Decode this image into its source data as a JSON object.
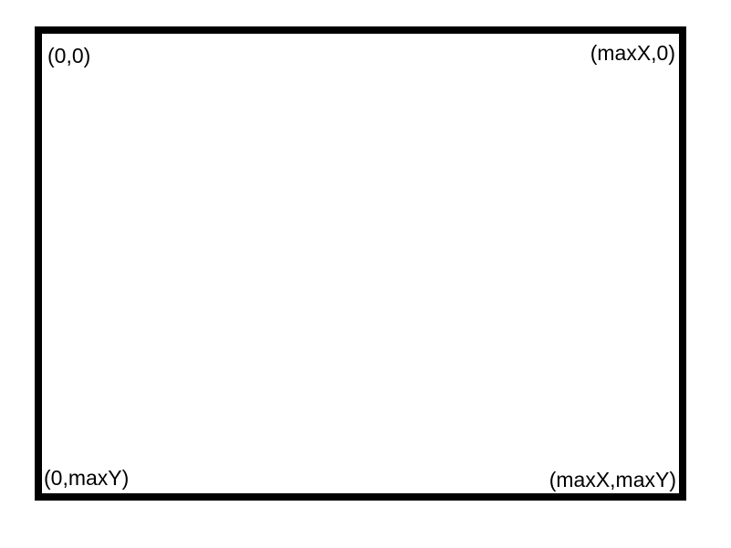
{
  "diagram": {
    "corners": {
      "top_left": "(0,0)",
      "top_right": "(maxX,0)",
      "bottom_left": "(0,maxY)",
      "bottom_right": "(maxX,maxY)"
    }
  },
  "colors": {
    "border": "#000000",
    "background": "#ffffff",
    "text": "#000000"
  }
}
